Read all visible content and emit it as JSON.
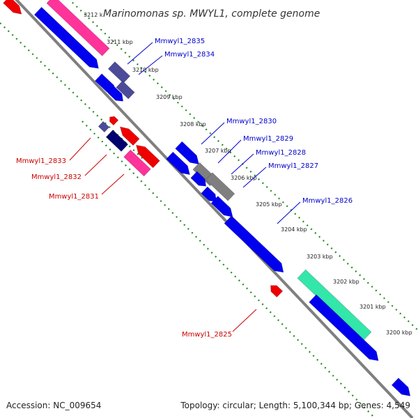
{
  "title": "Marinomonas sp. MWYL1, complete genome",
  "footer": {
    "accession": "Accession: NC_009654",
    "topology": "Topology: circular; Length: 5,100,344 bp; Genes: 4,549"
  },
  "colors": {
    "backbone": "#7f7f7f",
    "tick": "#228b22",
    "label_forward": "#0000cc",
    "label_reverse": "#cc0000",
    "gene_blue": "#0000ee",
    "gene_magenta": "#ff3399",
    "gene_slate": "#4b4b9a",
    "gene_navy": "#00006e",
    "gene_red": "#ee0000",
    "gene_gray": "#7f7f7f",
    "gene_aqua": "#33e6aa"
  },
  "kbp_ticks": [
    "3212 k",
    "3211 kbp",
    "3210 kbp",
    "3209 kbp",
    "3208 kbp",
    "3207 kbp",
    "3206 kbp",
    "3205 kbp",
    "3204 kbp",
    "3203 kbp",
    "3202 kbp",
    "3201 kbp",
    "3200 kbp"
  ],
  "gene_labels": [
    {
      "text": "Mmwyl1_2835",
      "strand": "forward"
    },
    {
      "text": "Mmwyl1_2834",
      "strand": "forward"
    },
    {
      "text": "Mmwyl1_2830",
      "strand": "forward"
    },
    {
      "text": "Mmwyl1_2829",
      "strand": "forward"
    },
    {
      "text": "Mmwyl1_2828",
      "strand": "forward"
    },
    {
      "text": "Mmwyl1_2827",
      "strand": "forward"
    },
    {
      "text": "Mmwyl1_2826",
      "strand": "forward"
    },
    {
      "text": "Mmwyl1_2833",
      "strand": "reverse"
    },
    {
      "text": "Mmwyl1_2832",
      "strand": "reverse"
    },
    {
      "text": "Mmwyl1_2831",
      "strand": "reverse"
    },
    {
      "text": "Mmwyl1_2825",
      "strand": "reverse"
    }
  ]
}
